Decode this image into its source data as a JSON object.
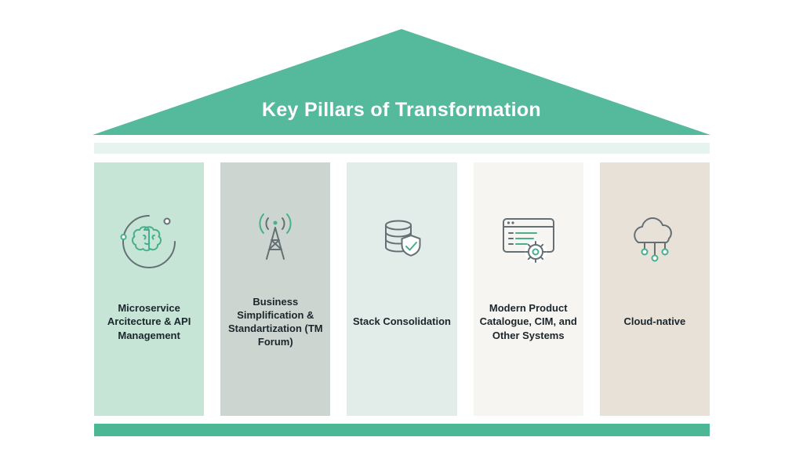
{
  "diagram": {
    "title": "Key Pillars of Transformation"
  },
  "roof": {
    "color": "#55b99b",
    "text_color": "#ffffff"
  },
  "entablature": {
    "color": "#e7f3ee"
  },
  "base": {
    "color": "#4cb795"
  },
  "icon_colors": {
    "stroke": "#657074",
    "accent": "#45af8e"
  },
  "pillars": [
    {
      "label": "Microservice Arcitecture & API Management",
      "icon": "ai-brain-orbit-icon",
      "background": "#c7e5d6"
    },
    {
      "label": "Business Simplification & Standartization (TM Forum)",
      "icon": "antenna-signal-icon",
      "background": "#ccd5d0"
    },
    {
      "label": "Stack Consolidation",
      "icon": "database-shield-check-icon",
      "background": "#e2edea"
    },
    {
      "label": "Modern Product Catalogue, CIM, and Other Systems",
      "icon": "browser-gear-icon",
      "background": "#f7f5f2"
    },
    {
      "label": "Cloud-native",
      "icon": "cloud-network-icon",
      "background": "#e7e1d8"
    }
  ]
}
